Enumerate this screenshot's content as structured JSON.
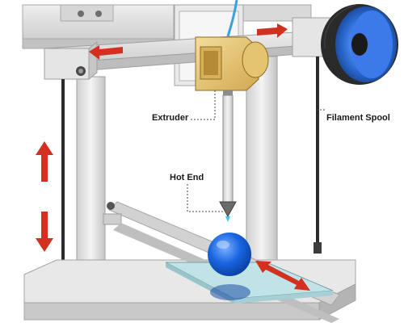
{
  "labels": {
    "extruder": "Extruder",
    "filament_spool": "Filament Spool",
    "hot_end": "Hot End"
  },
  "colors": {
    "frame": "#dcdcdc",
    "frame_shade": "#b9b9b9",
    "arrow": "#d3301f",
    "extruder": "#e8c877",
    "spool_blue": "#2f6fd8",
    "print_ball": "#1a66e0",
    "bed": "#bfe3e7",
    "filament_tube": "#3aa0e0"
  },
  "icons": [
    "arrow-left-icon",
    "arrow-right-icon",
    "arrow-up-icon",
    "arrow-down-icon",
    "arrow-diagonal-icon"
  ]
}
